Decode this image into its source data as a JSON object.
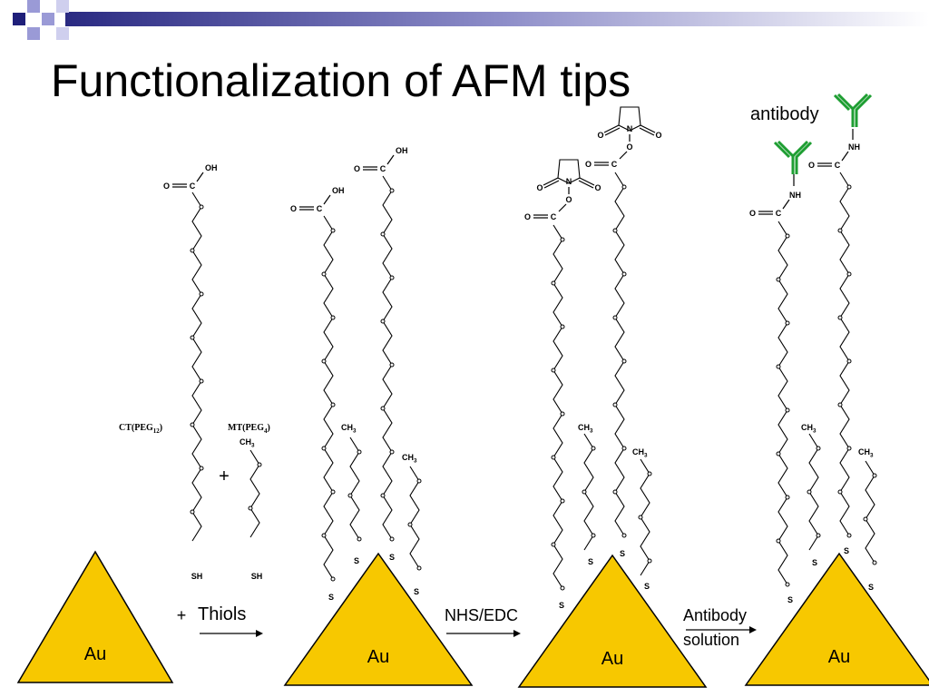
{
  "slide": {
    "title": "Functionalization of AFM tips"
  },
  "labels": {
    "antibody": "antibody",
    "ct_peg12": "CT(PEG",
    "ct_peg12_sub": "12",
    "ct_close": ")",
    "mt_peg4": "MT(PEG",
    "mt_peg4_sub": "4",
    "mt_close": ")",
    "plus": "+",
    "thiols_plus": "+",
    "thiols": "Thiols",
    "nhs_edc": "NHS/EDC",
    "antibody_solution_1": "Antibody",
    "antibody_solution_2": "solution",
    "gold": "Au",
    "sh": "SH",
    "s": "S",
    "ch3": "CH",
    "ch3_sub": "3",
    "oh": "OH",
    "o": "O",
    "c": "C",
    "n": "N",
    "nh": "NH"
  },
  "colors": {
    "gold_fill": "#F7C800",
    "antibody_green": "#1E9E32",
    "deco_navy": "#1F1F7A",
    "deco_lavender": "#9A9AD6"
  }
}
